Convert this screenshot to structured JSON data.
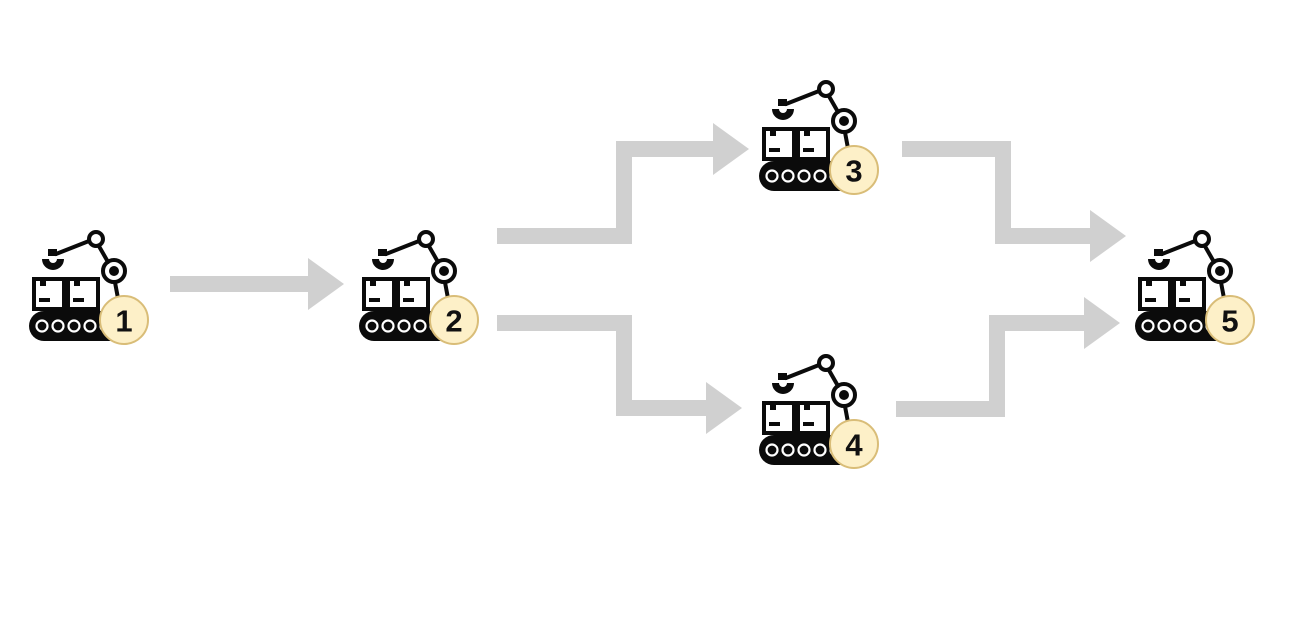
{
  "colors": {
    "background": "#ffffff",
    "arrow": "#d0d0d0",
    "icon": "#0b0b0b",
    "badge_fill": "#fdf0c8",
    "badge_stroke": "#d9bd78",
    "badge_text": "#111111"
  },
  "icon_name": "robotic-arm-conveyor-icon",
  "stages": [
    {
      "id": "1",
      "label": "1"
    },
    {
      "id": "2",
      "label": "2"
    },
    {
      "id": "3",
      "label": "3"
    },
    {
      "id": "4",
      "label": "4"
    },
    {
      "id": "5",
      "label": "5"
    }
  ],
  "connections": [
    {
      "from": "1",
      "to": "2"
    },
    {
      "from": "2",
      "to": "3"
    },
    {
      "from": "2",
      "to": "4"
    },
    {
      "from": "3",
      "to": "5"
    },
    {
      "from": "4",
      "to": "5"
    }
  ]
}
